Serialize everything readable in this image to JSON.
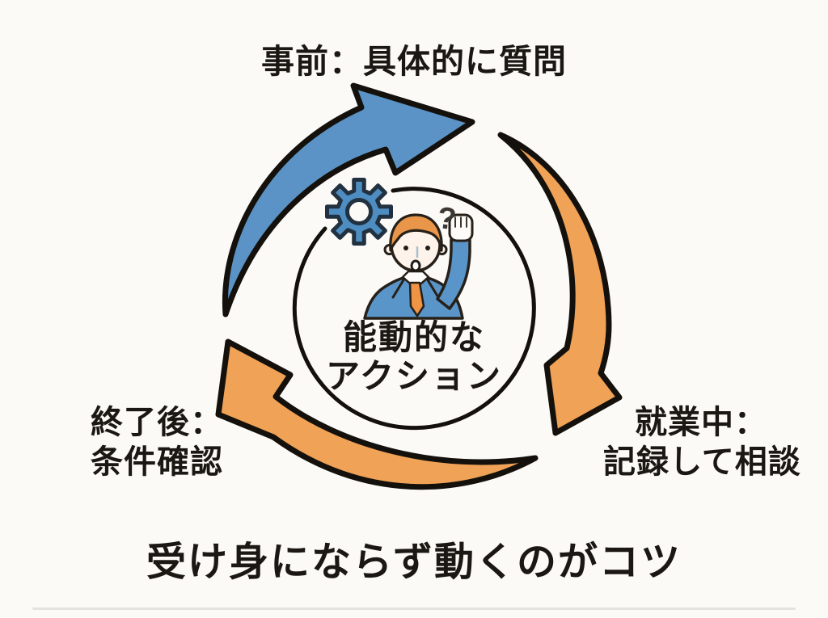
{
  "page": {
    "type": "cycle-infographic",
    "language": "ja"
  },
  "cycle": {
    "center_label": {
      "line1": "能動的な",
      "line2": "アクション"
    },
    "steps": [
      {
        "position": "top",
        "label": "事前：具体的に質問",
        "arrow_color": "#5b93c6"
      },
      {
        "position": "right",
        "label_line1": "就業中：",
        "label_line2": "記録して相談",
        "arrow_color": "#f0a257"
      },
      {
        "position": "left",
        "label_line1": "終了後：",
        "label_line2": "条件確認",
        "arrow_color": "#f0a257"
      }
    ],
    "illustration": {
      "question_mark": "?",
      "icons": [
        "gear-icon",
        "person-raising-hand-icon",
        "question-mark"
      ]
    }
  },
  "footer": {
    "tagline": "受け身にならず動くのがコツ"
  },
  "colors": {
    "background": "#fbfaf7",
    "arrow_blue": "#5b93c6",
    "arrow_orange": "#f0a257",
    "outline_black": "#14110c",
    "gear_blue": "#4e8dc2",
    "gear_outline": "#22313f",
    "suit_blue": "#5995c9",
    "hair_orange": "#e9964a",
    "tie_orange": "#ef9445",
    "skin": "#fdf3ea",
    "text": "#1b1813"
  }
}
